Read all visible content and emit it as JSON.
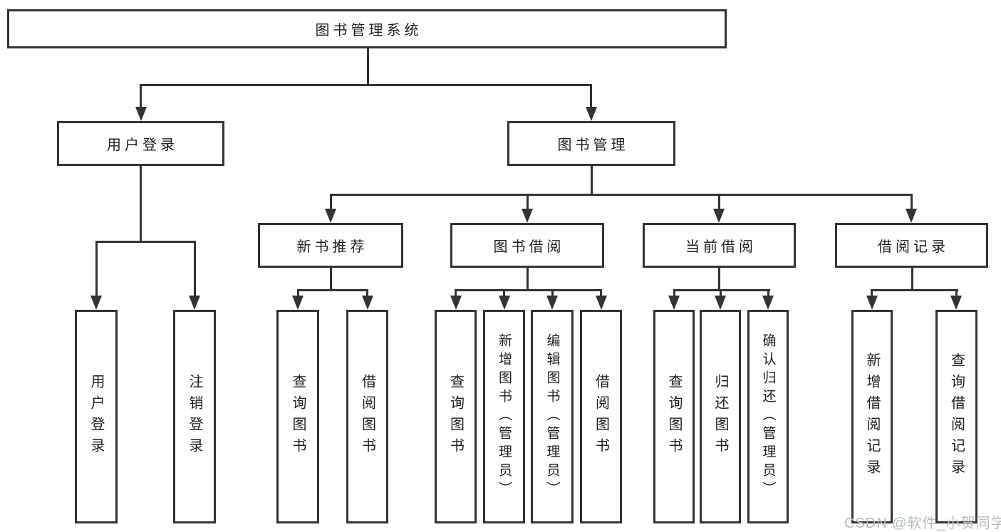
{
  "colors": {
    "line": "#333333",
    "text": "#1f1f1f",
    "watermark": "#b6bcc6",
    "background": "#ffffff"
  },
  "nodes": {
    "root": "图书管理系统",
    "user_login": "用户登录",
    "book_mgmt": "图书管理",
    "new_book_rec": "新书推荐",
    "book_borrow": "图书借阅",
    "current_borrow": "当前借阅",
    "borrow_records": "借阅记录",
    "ul_user_login": "用户登录",
    "ul_logout": "注销登录",
    "nbr_query_book": "查询图书",
    "nbr_borrow_book": "借阅图书",
    "bb_query_book": "查询图书",
    "bb_add_book": "新增图书（管理员）",
    "bb_edit_book": "编辑图书（管理员）",
    "bb_borrow_book": "借阅图书",
    "cb_query_book": "查询图书",
    "cb_return_book": "归还图书",
    "cb_confirm_return": "确认归还（管理员）",
    "br_add_record": "新增借阅记录",
    "br_query_record": "查询借阅记录"
  },
  "watermark": "CSDN @软件_小贺同学"
}
